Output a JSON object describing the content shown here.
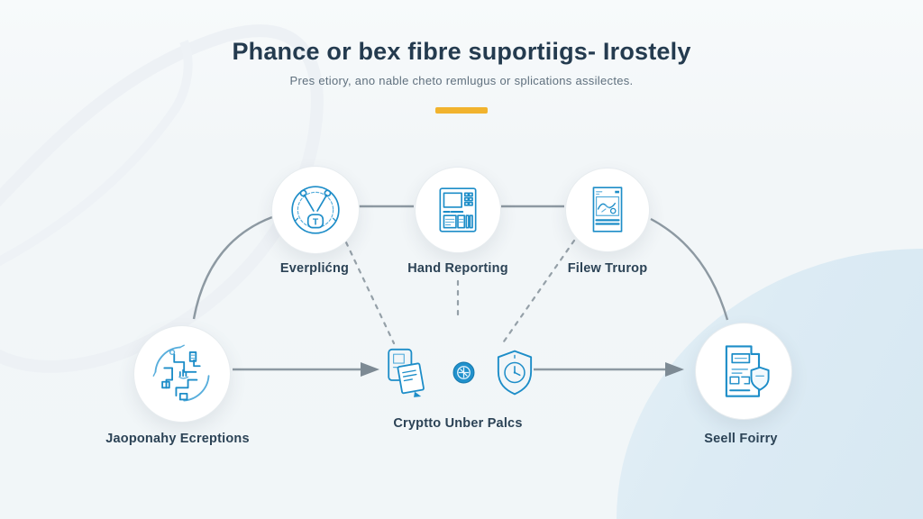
{
  "header": {
    "title": "Phance or bex fibre suportiigs- Irostely",
    "subtitle": "Pres etiory, ano nable cheto remlugus or splications assilectes.",
    "divider_color": "#F1B32E"
  },
  "diagram": {
    "top_nodes": [
      {
        "label": "Everplićng",
        "icon": "seal-emblem-icon"
      },
      {
        "label": "Hand Reporting",
        "icon": "calculator-device-icon"
      },
      {
        "label": "Filew Trurop",
        "icon": "report-document-icon"
      }
    ],
    "left_node": {
      "label": "Jaoponahy Ecreptions",
      "icon": "circuit-flow-icon"
    },
    "center_node": {
      "label": "Cryptto Unber Palcs",
      "icons": [
        "documents-stack-icon",
        "coin-badge-icon",
        "shield-gauge-icon"
      ]
    },
    "right_node": {
      "label": "Seell Foirry",
      "icon": "document-shield-icon"
    }
  },
  "colors": {
    "accent_yellow": "#F1B32E",
    "icon_blue": "#1D8DC8",
    "icon_blue_light": "#58AEDC",
    "connector_gray": "#8D99A2",
    "corner_blob": "#DCEBF4",
    "background": "#F3F7F9",
    "title_text": "#243B4F",
    "label_text": "#2C4356"
  }
}
